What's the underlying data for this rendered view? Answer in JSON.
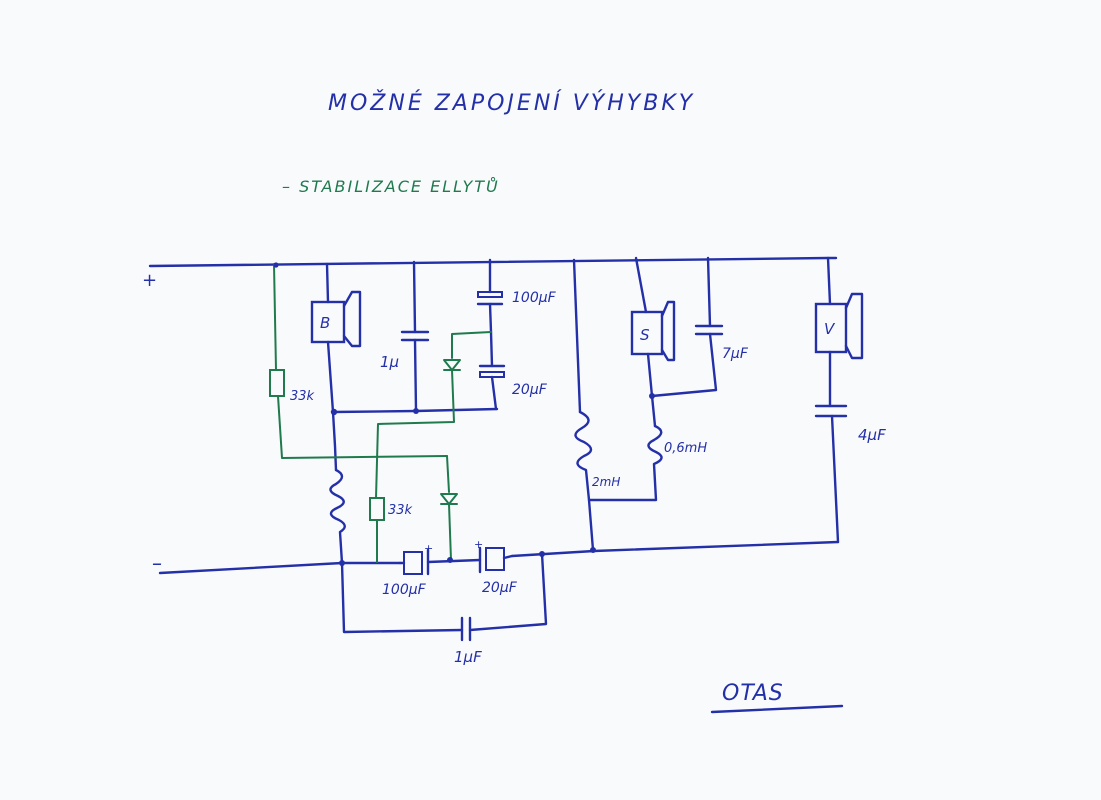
{
  "title": "MOŽNÉ ZAPOJENÍ VÝHYBKY",
  "subtitle": "– STABILIZACE ELLYTŮ",
  "terminals": {
    "plus": "+",
    "minus": "–"
  },
  "speakers": {
    "bass": "B",
    "mid": "S",
    "tweeter": "V"
  },
  "labels": {
    "r_top": "33k",
    "r_mid": "33k",
    "c_bass_1u": "1μ",
    "c_top_100": "100μF",
    "c_top_20": "20μF",
    "c_mid_7": "7μF",
    "coil_06": "0,6mH",
    "coil_2": "2mH",
    "c_tw_4": "4μF",
    "c_bot_100": "100μF",
    "c_bot_20": "20μF",
    "c_bot_1u": "1μF"
  },
  "signature": "OTAS",
  "colors": {
    "ink_blue": "#2430a8",
    "ink_green": "#1f7a4e",
    "paper": "#f9fafc"
  }
}
